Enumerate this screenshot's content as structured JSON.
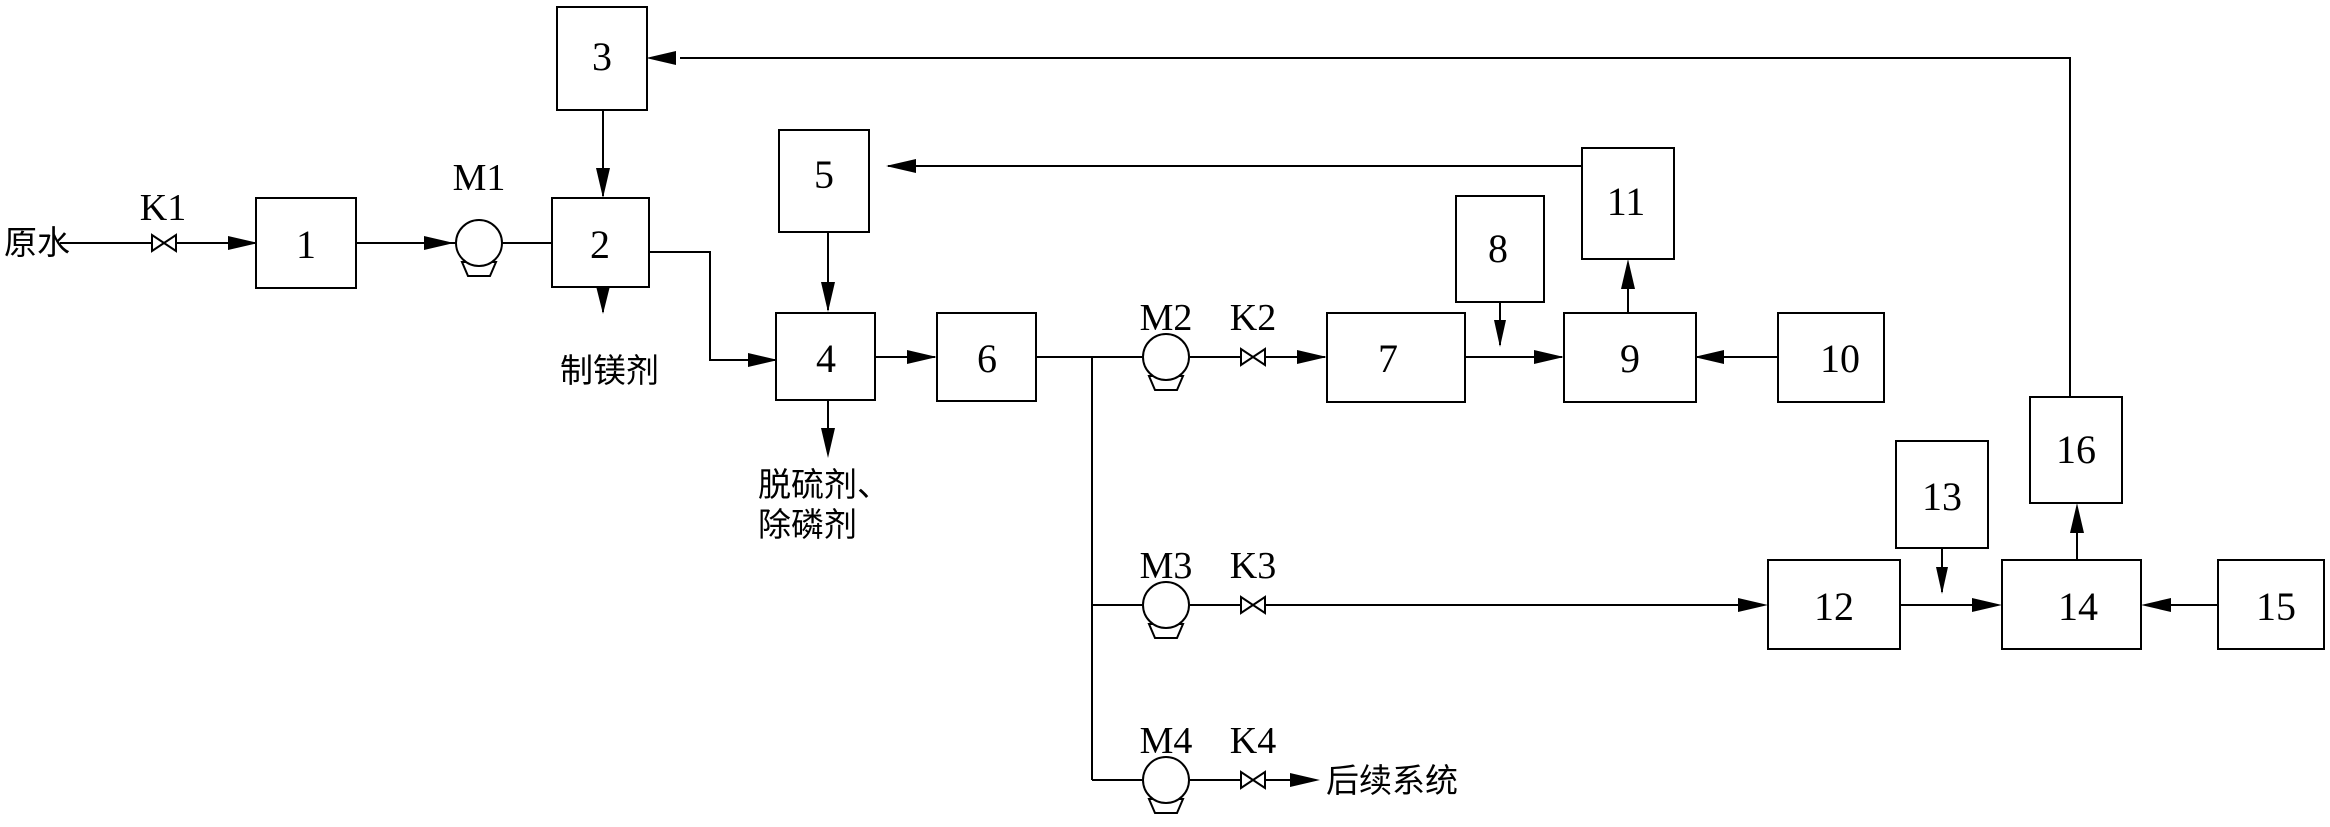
{
  "diagram": {
    "boxes": {
      "b1": "1",
      "b2": "2",
      "b3": "3",
      "b4": "4",
      "b5": "5",
      "b6": "6",
      "b7": "7",
      "b8": "8",
      "b9": "9",
      "b10": "10",
      "b11": "11",
      "b12": "12",
      "b13": "13",
      "b14": "14",
      "b15": "15",
      "b16": "16"
    },
    "pumps": {
      "m1": "M1",
      "m2": "M2",
      "m3": "M3",
      "m4": "M4"
    },
    "valves": {
      "k1": "K1",
      "k2": "K2",
      "k3": "K3",
      "k4": "K4"
    },
    "text": {
      "raw_water": "原水",
      "magnesium_agent": "制镁剂",
      "desulfur_line1": "脱硫剂、",
      "desulfur_line2": "除磷剂",
      "downstream": "后续系统"
    }
  }
}
